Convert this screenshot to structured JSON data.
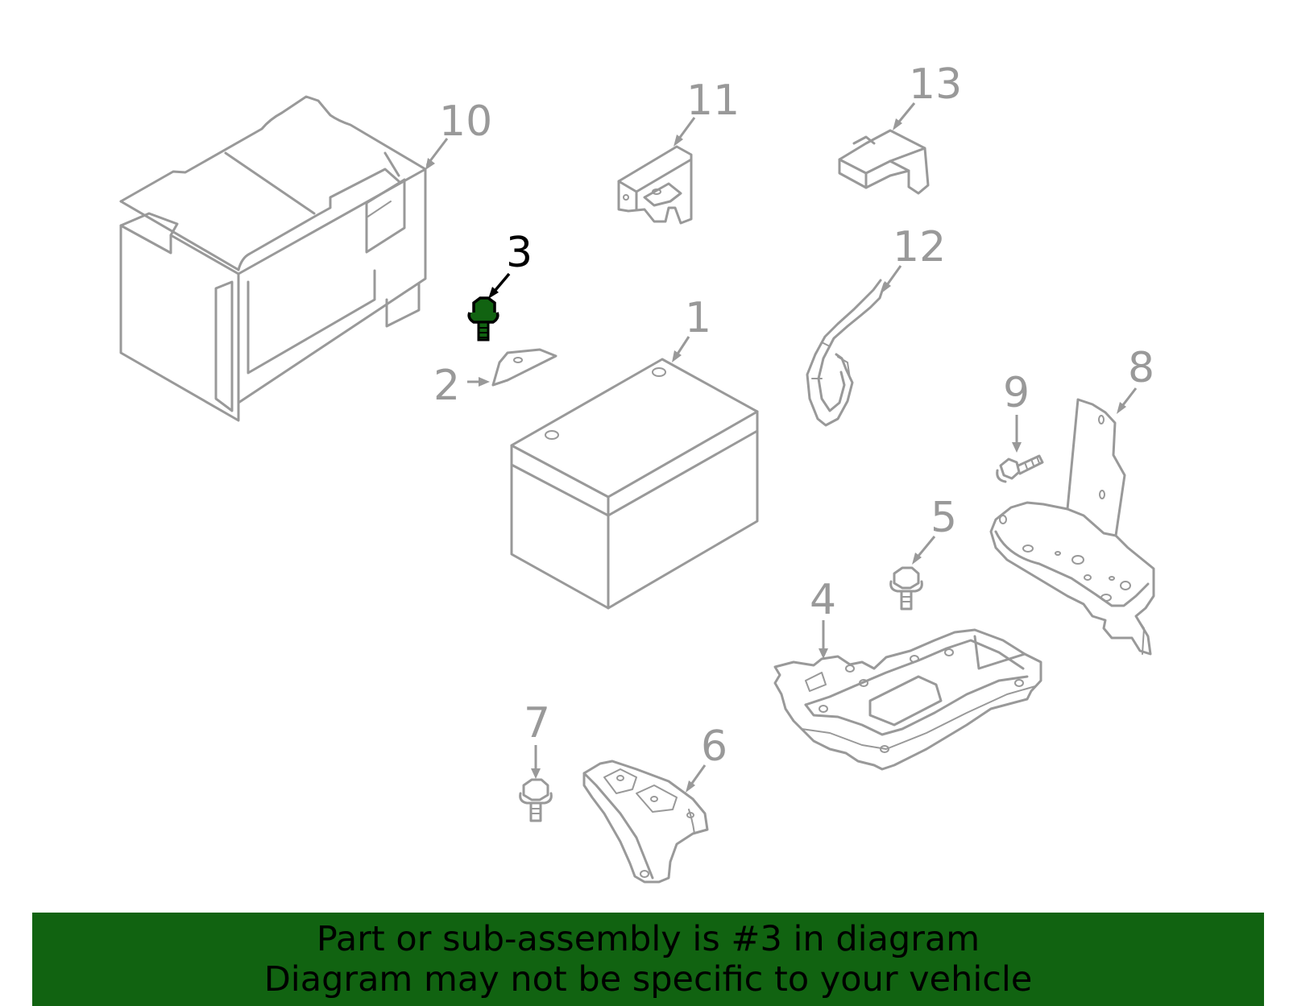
{
  "colors": {
    "part_line": "#999999",
    "highlight": "#000000",
    "highlight_fill": "#116311",
    "banner_background": "#116311",
    "banner_text": "#000000"
  },
  "callouts": [
    {
      "label": "1"
    },
    {
      "label": "2"
    },
    {
      "label": "3",
      "highlighted": true
    },
    {
      "label": "4"
    },
    {
      "label": "5"
    },
    {
      "label": "6"
    },
    {
      "label": "7"
    },
    {
      "label": "8"
    },
    {
      "label": "9"
    },
    {
      "label": "10"
    },
    {
      "label": "11"
    },
    {
      "label": "12"
    },
    {
      "label": "13"
    }
  ],
  "banner": {
    "line1": "Part or sub-assembly is #3 in diagram",
    "line2": "Diagram may not be specific to your vehicle"
  }
}
